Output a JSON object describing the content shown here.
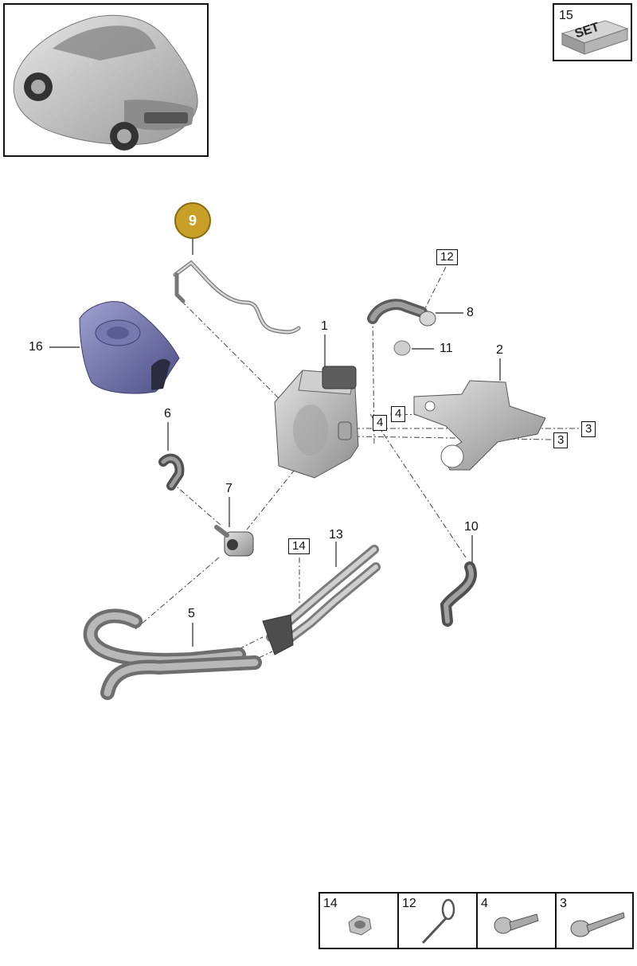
{
  "callouts": {
    "c1": "1",
    "c2": "2",
    "c3a": "3",
    "c3b": "3",
    "c4a": "4",
    "c4b": "4",
    "c5": "5",
    "c6": "6",
    "c7": "7",
    "c8": "8",
    "c9": "9",
    "c10": "10",
    "c11": "11",
    "c12": "12",
    "c13": "13",
    "c14": "14",
    "c16": "16"
  },
  "set_box": {
    "number": "15",
    "label": "SET"
  },
  "legend": [
    {
      "number": "14",
      "part": "hex-nut"
    },
    {
      "number": "12",
      "part": "cable-tie"
    },
    {
      "number": "4",
      "part": "screw"
    },
    {
      "number": "3",
      "part": "bolt"
    }
  ],
  "colors": {
    "highlight": "#c8a028",
    "part_gray": "#b9b9b9",
    "cover_blue": "#6c6fa8"
  }
}
